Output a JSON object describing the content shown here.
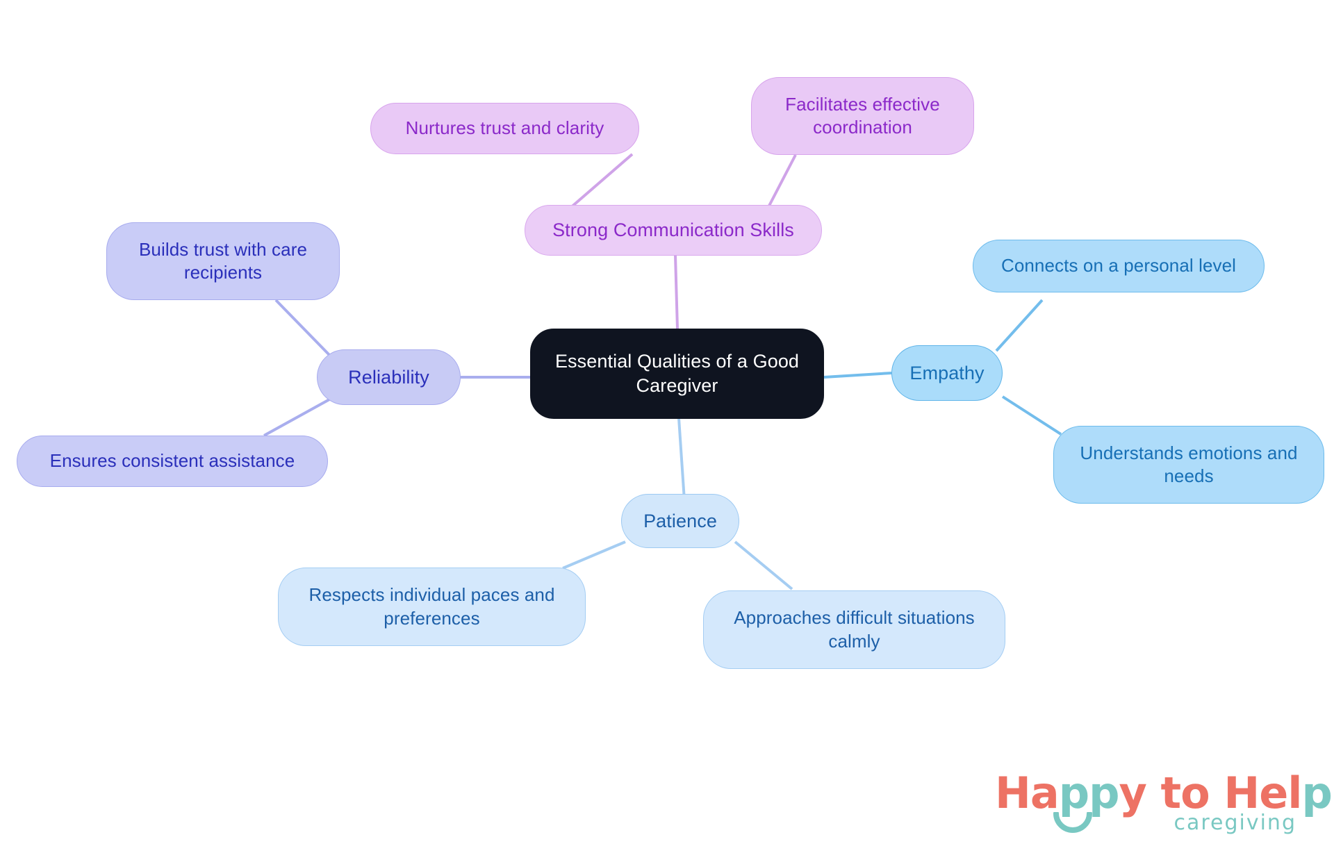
{
  "diagram": {
    "type": "mindmap",
    "title": "Essential Qualities of a Good Caregiver",
    "root": {
      "id": "root",
      "label": "Essential Qualities of a Good Caregiver",
      "fill": "#0f1420",
      "text_color": "#ffffff"
    },
    "branches": [
      {
        "id": "communication",
        "label": "Strong Communication Skills",
        "fill": "#ebcdf7",
        "border": "#d9a8ee",
        "text_color": "#8b29c9",
        "children": [
          {
            "id": "comm-child-1",
            "label": "Nurtures trust and clarity"
          },
          {
            "id": "comm-child-2",
            "label": "Facilitates effective coordination"
          }
        ]
      },
      {
        "id": "reliability",
        "label": "Reliability",
        "fill": "#c8cbf5",
        "border": "#a7abee",
        "text_color": "#2a2fba",
        "children": [
          {
            "id": "rel-child-1",
            "label": "Builds trust with care recipients"
          },
          {
            "id": "rel-child-2",
            "label": "Ensures consistent assistance"
          }
        ]
      },
      {
        "id": "empathy",
        "label": "Empathy",
        "fill": "#aadcfa",
        "border": "#5fb4e8",
        "text_color": "#176fb5",
        "children": [
          {
            "id": "emp-child-1",
            "label": "Connects on a personal level"
          },
          {
            "id": "emp-child-2",
            "label": "Understands emotions and needs"
          }
        ]
      },
      {
        "id": "patience",
        "label": "Patience",
        "fill": "#d2e7fb",
        "border": "#9cc9f2",
        "text_color": "#1d5fa8",
        "children": [
          {
            "id": "pat-child-1",
            "label": "Respects individual paces and preferences"
          },
          {
            "id": "pat-child-2",
            "label": "Approaches difficult situations calmly"
          }
        ]
      }
    ]
  },
  "logo": {
    "word_1": "Ha",
    "word_2": "pp",
    "word_3": "y to He",
    "word_4": "l",
    "word_5": "p",
    "tagline": "caregiving",
    "coral": "#ed7264",
    "teal": "#79c8c2"
  }
}
